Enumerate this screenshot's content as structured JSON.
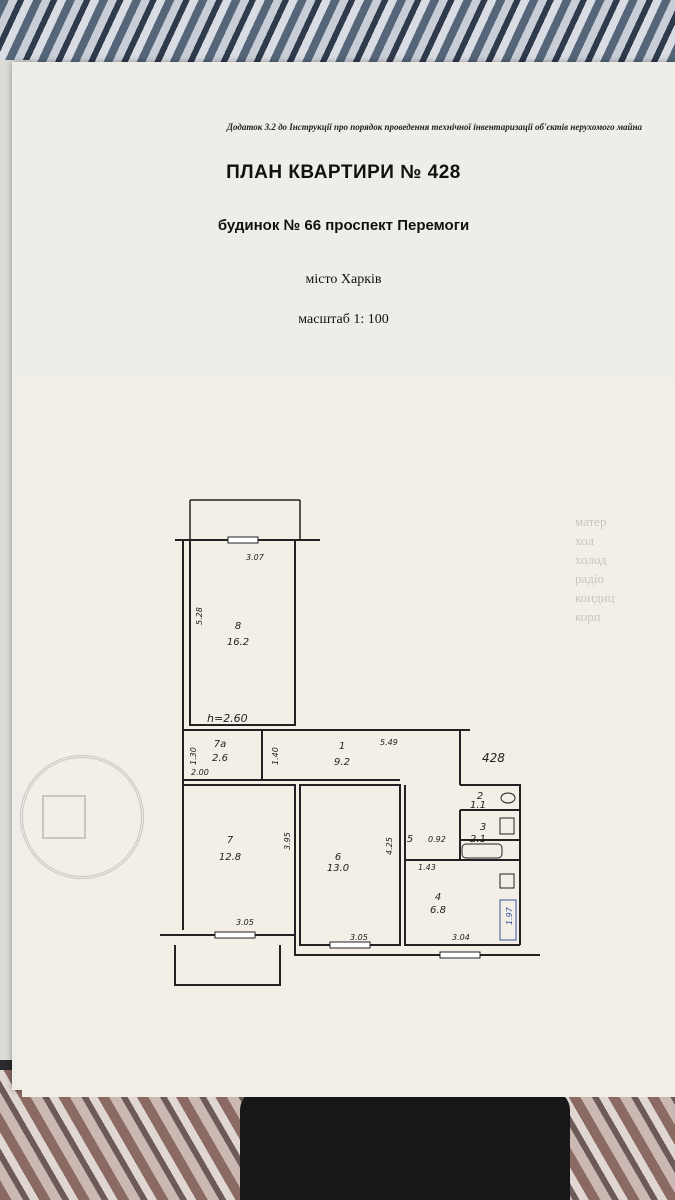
{
  "document": {
    "addendum": "Додаток 3.2 до Інструкції про порядок проведення технічної інвентаризації об'єктів нерухомого майна",
    "title": "ПЛАН КВАРТИРИ № 428",
    "house_line": "будинок № 66   проспект Перемоги",
    "city": "місто Харків",
    "scale": "масштаб 1: 100"
  },
  "plan": {
    "apartment_mark": "428",
    "ceiling_height": "h=2.60",
    "rooms": [
      {
        "id": "room-8",
        "number": "8",
        "area": "16.2"
      },
      {
        "id": "room-7a",
        "number": "7a",
        "area": "2.6"
      },
      {
        "id": "room-1",
        "number": "1",
        "area": "9.2"
      },
      {
        "id": "room-7",
        "number": "7",
        "area": "12.8"
      },
      {
        "id": "room-6",
        "number": "6",
        "area": "13.0"
      },
      {
        "id": "room-2",
        "number": "2",
        "area": "1.1"
      },
      {
        "id": "room-3",
        "number": "3",
        "area": "2.1"
      },
      {
        "id": "room-5",
        "number": "5",
        "area": ""
      },
      {
        "id": "room-4",
        "number": "4",
        "area": "6.8"
      }
    ],
    "dimensions": {
      "d_307": "3.07",
      "d_528": "5.28",
      "d_130": "1.30",
      "d_200": "2.00",
      "d_140": "1.40",
      "d_549": "5.49",
      "d_395": "3.95",
      "d_425": "4.25",
      "d_092": "0.92",
      "d_143": "1.43",
      "d_197": "1.97",
      "d_305a": "3.05",
      "d_305b": "3.05",
      "d_304": "3.04"
    }
  },
  "ghost_stamp": [
    "матер",
    "хол",
    "холод",
    "радіо",
    "кондиц",
    "корп"
  ]
}
